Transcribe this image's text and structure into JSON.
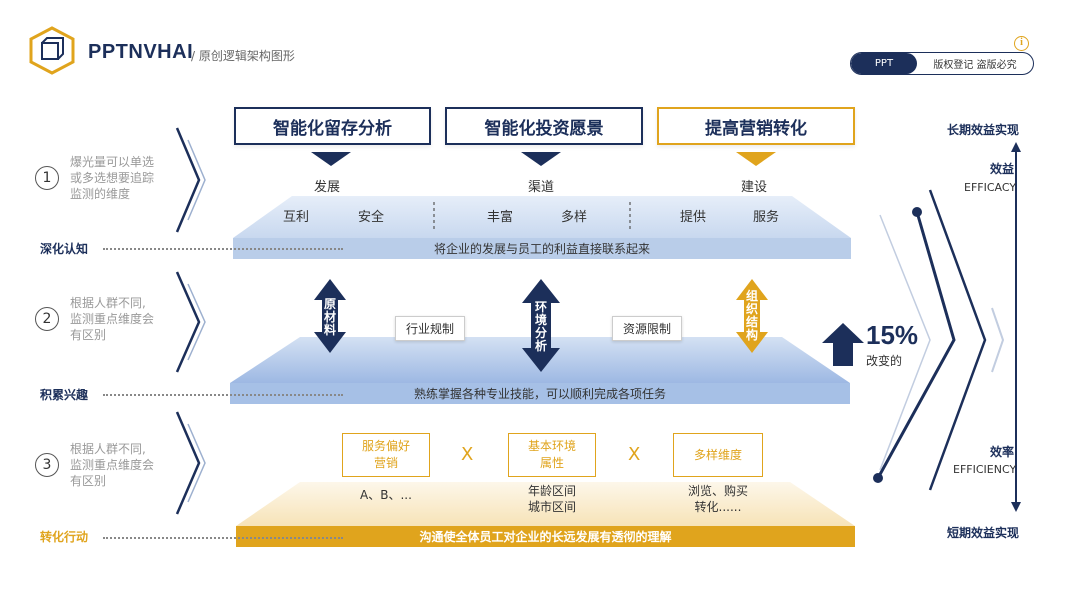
{
  "header": {
    "brand": "PPTNVHAI",
    "subtitle": "/ 原创逻辑架构图形",
    "pill_left": "PPT",
    "pill_right": "版权登记 盗版必究",
    "info": "i"
  },
  "columns": [
    {
      "title": "智能化留存分析",
      "sub": "发展",
      "items": [
        "互利",
        "安全"
      ]
    },
    {
      "title": "智能化投资愿景",
      "sub": "渠道",
      "items": [
        "丰富",
        "多样"
      ]
    },
    {
      "title": "提高营销转化",
      "sub": "建设",
      "items": [
        "提供",
        "服务"
      ]
    }
  ],
  "rows": [
    {
      "num": "1",
      "note": [
        "爆光量可以单选",
        "或多选想要追踪",
        "监测的维度"
      ],
      "level": "深化认知",
      "band": "将企业的发展与员工的利益直接联系起来"
    },
    {
      "num": "2",
      "note": [
        "根据人群不同,",
        "监测重点维度会",
        "有区别"
      ],
      "level": "积累兴趣",
      "band": "熟练掌握各种专业技能，可以顺利完成各项任务"
    },
    {
      "num": "3",
      "note": [
        "根据人群不同,",
        "监测重点维度会",
        "有区别"
      ],
      "level": "转化行动",
      "band": "沟通使全体员工对企业的长远发展有透彻的理解"
    }
  ],
  "middle": {
    "arrows": [
      "原材料",
      "环境分析",
      "组织结构"
    ],
    "labels": [
      "行业规制",
      "资源限制"
    ],
    "stat_value": "15%",
    "stat_label": "改变的"
  },
  "bottom": {
    "boxes": [
      {
        "line1": "服务偏好",
        "line2": "营销",
        "detail1": "A、B、...",
        "detail2": ""
      },
      {
        "line1": "基本环境",
        "line2": "属性",
        "detail1": "年龄区间",
        "detail2": "城市区间"
      },
      {
        "line1": "多样维度",
        "line2": "",
        "detail1": "浏览、购买",
        "detail2": "转化......"
      }
    ],
    "x": "X"
  },
  "right": {
    "top": "长期效益实现",
    "efficacy_cn": "效益",
    "efficacy_en": "EFFICACY",
    "efficiency_cn": "效率",
    "efficiency_en": "EFFICIENCY",
    "bottom": "短期效益实现"
  },
  "colors": {
    "navy": "#1c2f5a",
    "gold": "#e0a41d",
    "light_blue": "#b9cde9",
    "mid_blue": "#a6c0e6"
  }
}
